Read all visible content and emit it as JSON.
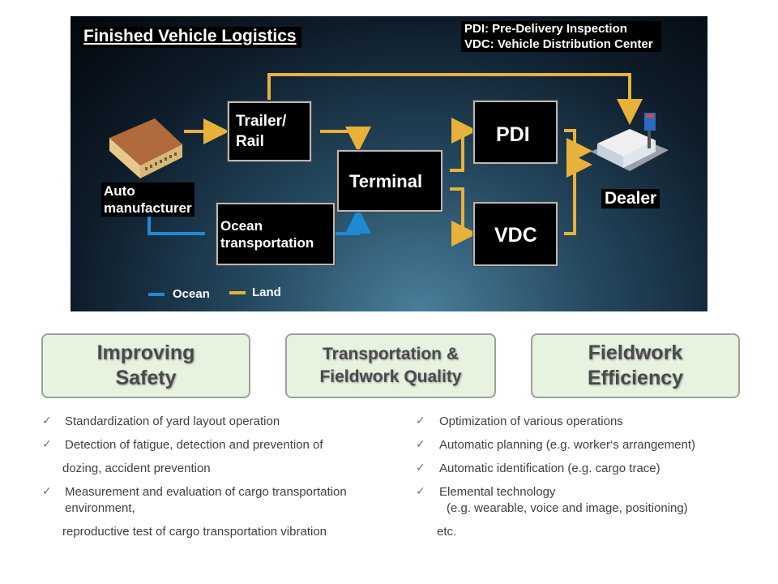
{
  "diagram": {
    "title": "Finished Vehicle Logistics",
    "abbrev": [
      "PDI: Pre-Delivery Inspection",
      "VDC: Vehicle Distribution Center"
    ],
    "nodes": {
      "auto": [
        "Auto",
        "manufacturer"
      ],
      "trailer": [
        "Trailer/",
        "Rail"
      ],
      "ocean": [
        "Ocean",
        "transportation"
      ],
      "terminal": "Terminal",
      "pdi": "PDI",
      "vdc": "VDC",
      "dealer": "Dealer"
    },
    "legend": {
      "ocean": "Ocean",
      "land": "Land"
    },
    "colors": {
      "ocean": "#1e8ad6",
      "land": "#e8b23a",
      "category_bg": "#e7f3df"
    }
  },
  "categories": [
    [
      "Improving",
      "Safety"
    ],
    [
      "Transportation &",
      "Fieldwork Quality"
    ],
    [
      "Fieldwork",
      "Efficiency"
    ]
  ],
  "left_list": [
    "Standardization of yard layout operation",
    "Detection of fatigue, detection and prevention of",
    "dozing, accident prevention",
    "Measurement and evaluation of cargo transportation",
    "environment,",
    "reproductive test of cargo transportation vibration"
  ],
  "right_list": [
    "Optimization of various operations",
    "Automatic planning (e.g. worker‘s arrangement)",
    "Automatic identification (e.g. cargo trace)",
    "Elemental technology",
    "(e.g. wearable, voice and image, positioning)",
    "etc."
  ],
  "check_glyph": "✓",
  "icons": [
    "factory-building-icon",
    "dealer-store-icon",
    "checkmark-icon"
  ]
}
